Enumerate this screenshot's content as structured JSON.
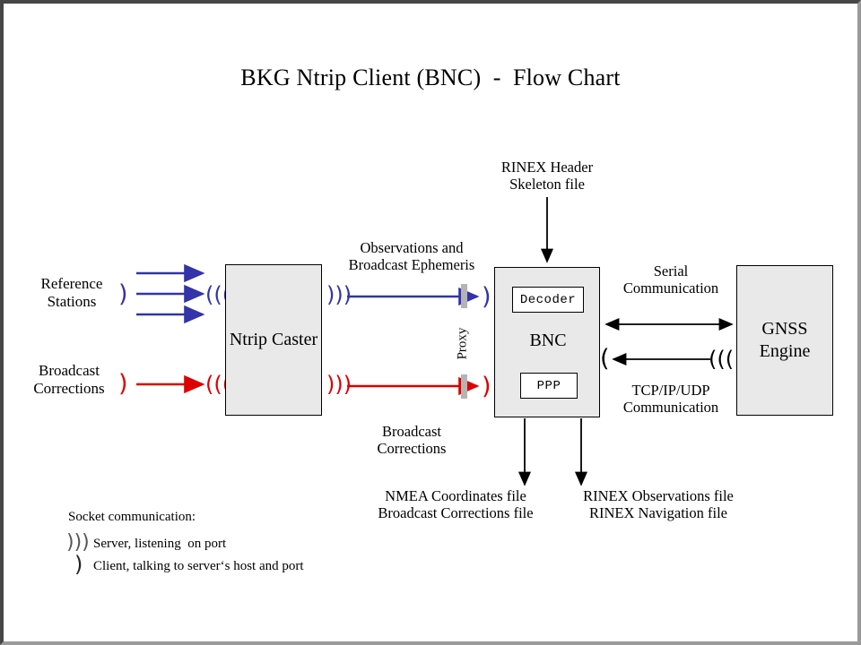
{
  "title": "BKG Ntrip Client (BNC)  -  Flow Chart",
  "colors": {
    "observation_flow": "#3333aa",
    "correction_flow": "#dd0000",
    "node_fill": "#e9e9e9",
    "node_stroke": "#000000",
    "proxy_bar": "#b4b4b4",
    "frame_dark": "#464646",
    "frame_light": "#9a9a9a"
  },
  "nodes": {
    "ntrip_caster": {
      "label": "Ntrip\nCaster"
    },
    "bnc": {
      "label": "BNC",
      "decoder": "Decoder",
      "ppp": "PPP"
    },
    "gnss_engine": {
      "label": "GNSS\nEngine"
    }
  },
  "sources": {
    "reference_stations": "Reference\nStations",
    "broadcast_corrections": "Broadcast\nCorrections"
  },
  "edge_labels": {
    "observations": "Observations and\nBroadcast Ephemeris",
    "broadcast_corrections": "Broadcast\nCorrections",
    "proxy": "Proxy",
    "rinex_header": "RINEX Header\nSkeleton file",
    "serial": "Serial\nCommunication",
    "tcpip": "TCP/IP/UDP\nCommunication"
  },
  "outputs": {
    "left": "NMEA Coordinates file\nBroadcast Corrections file",
    "right": "RINEX Observations file\nRINEX Navigation file"
  },
  "legend": {
    "heading": "Socket communication:",
    "items": [
      {
        "icon": "server-wave-icon",
        "glyph": ")))",
        "text": "Server, listening  on port"
      },
      {
        "icon": "client-paren-icon",
        "glyph": ")",
        "text": "Client, talking to server‘s host and port"
      }
    ]
  },
  "sockets": {
    "server_glyph": ")))",
    "client_glyph": ")"
  }
}
